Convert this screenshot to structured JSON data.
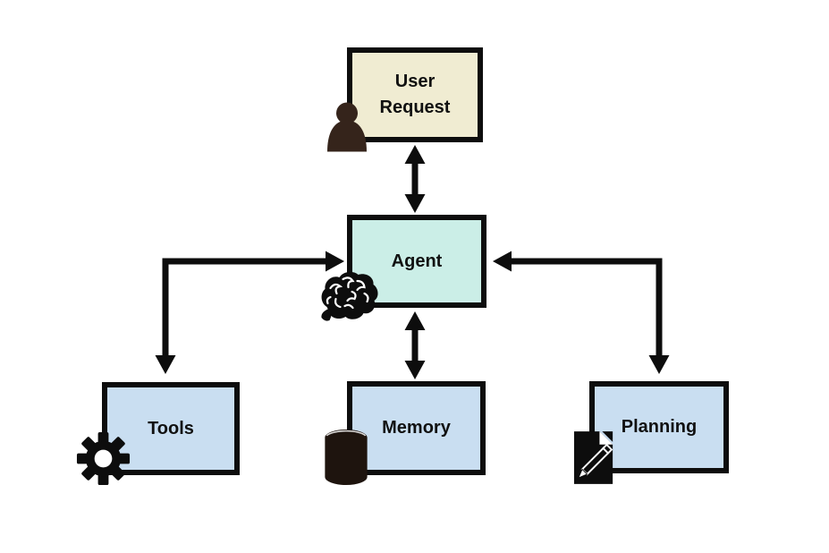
{
  "diagram": {
    "colors": {
      "canvas_bg": "#ffffff",
      "ink": "#0d0d0d",
      "text": "#111111",
      "user_request_fill": "#f0ecd2",
      "agent_fill": "#cbeee7",
      "bottom_fill": "#c9def1",
      "person_icon": "#35241b",
      "database_icon": "#1e140e"
    },
    "nodes": [
      {
        "id": "user-request",
        "label": "User Request",
        "icon": "person-icon",
        "fill": "#f0ecd2"
      },
      {
        "id": "agent",
        "label": "Agent",
        "icon": "brain-icon",
        "fill": "#cbeee7"
      },
      {
        "id": "tools",
        "label": "Tools",
        "icon": "gear-icon",
        "fill": "#c9def1"
      },
      {
        "id": "memory",
        "label": "Memory",
        "icon": "database-icon",
        "fill": "#c9def1"
      },
      {
        "id": "planning",
        "label": "Planning",
        "icon": "document-pencil-icon",
        "fill": "#c9def1"
      }
    ],
    "edges": [
      {
        "from": "user-request",
        "to": "agent",
        "style": "straight-vertical",
        "arrowheads": "both"
      },
      {
        "from": "agent",
        "to": "memory",
        "style": "straight-vertical",
        "arrowheads": "both"
      },
      {
        "from": "agent",
        "to": "tools",
        "style": "elbow",
        "arrowheads": "into-agent-and-into-tools"
      },
      {
        "from": "agent",
        "to": "planning",
        "style": "elbow",
        "arrowheads": "into-agent-and-into-planning"
      }
    ]
  }
}
